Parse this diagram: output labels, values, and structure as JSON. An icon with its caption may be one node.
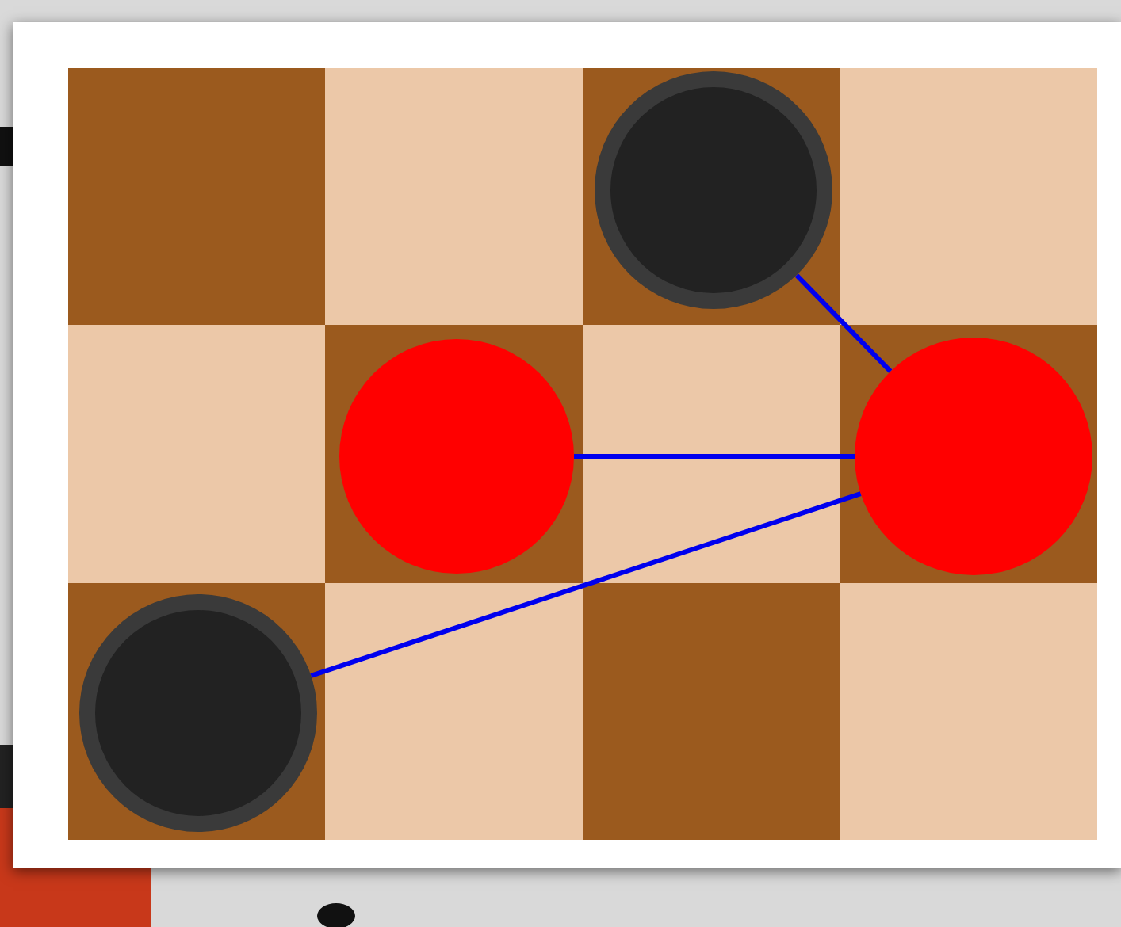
{
  "diagram": {
    "nodes": [
      {
        "text": [],
        "shape": "circle"
      },
      {
        "text": [],
        "shape": "circle"
      },
      {
        "text": [],
        "shape": "circle"
      },
      {
        "text": [],
        "shape": "circle"
      }
    ],
    "edges": [
      {
        "from": 2,
        "to": 0,
        "arrow": "none"
      },
      {
        "from": 2,
        "to": 1,
        "arrow": "none"
      },
      {
        "from": 2,
        "to": 3,
        "arrow": "none"
      }
    ]
  }
}
